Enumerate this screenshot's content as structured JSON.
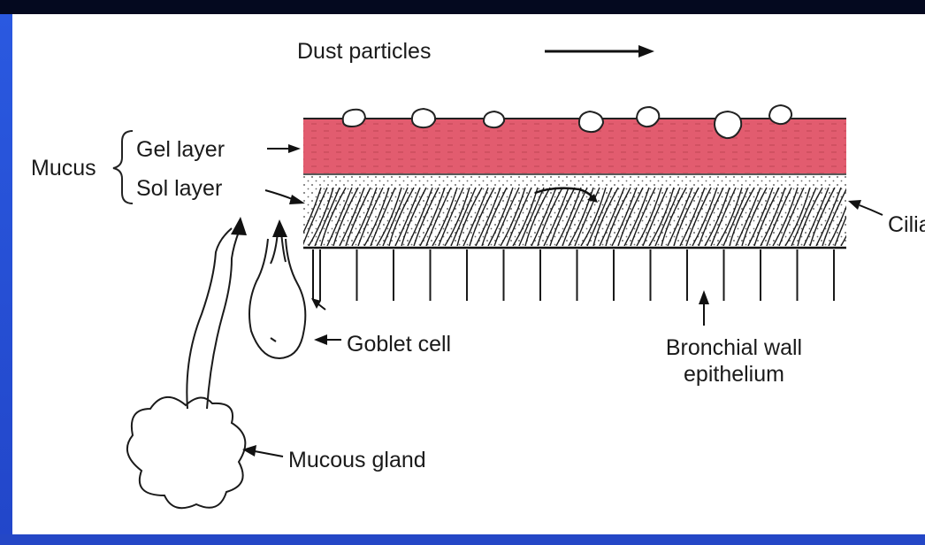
{
  "labels": {
    "dust_particles": "Dust particles",
    "mucus": "Mucus",
    "gel_layer": "Gel layer",
    "sol_layer": "Sol layer",
    "cilia": "Cilia",
    "goblet_cell": "Goblet cell",
    "bronchial_wall_line1": "Bronchial wall",
    "bronchial_wall_line2": "epithelium",
    "mucous_gland": "Mucous gland"
  },
  "colors": {
    "gel_layer": "#e25c6f",
    "frame": "#1c3fbf",
    "top_bar": "#04091f"
  }
}
